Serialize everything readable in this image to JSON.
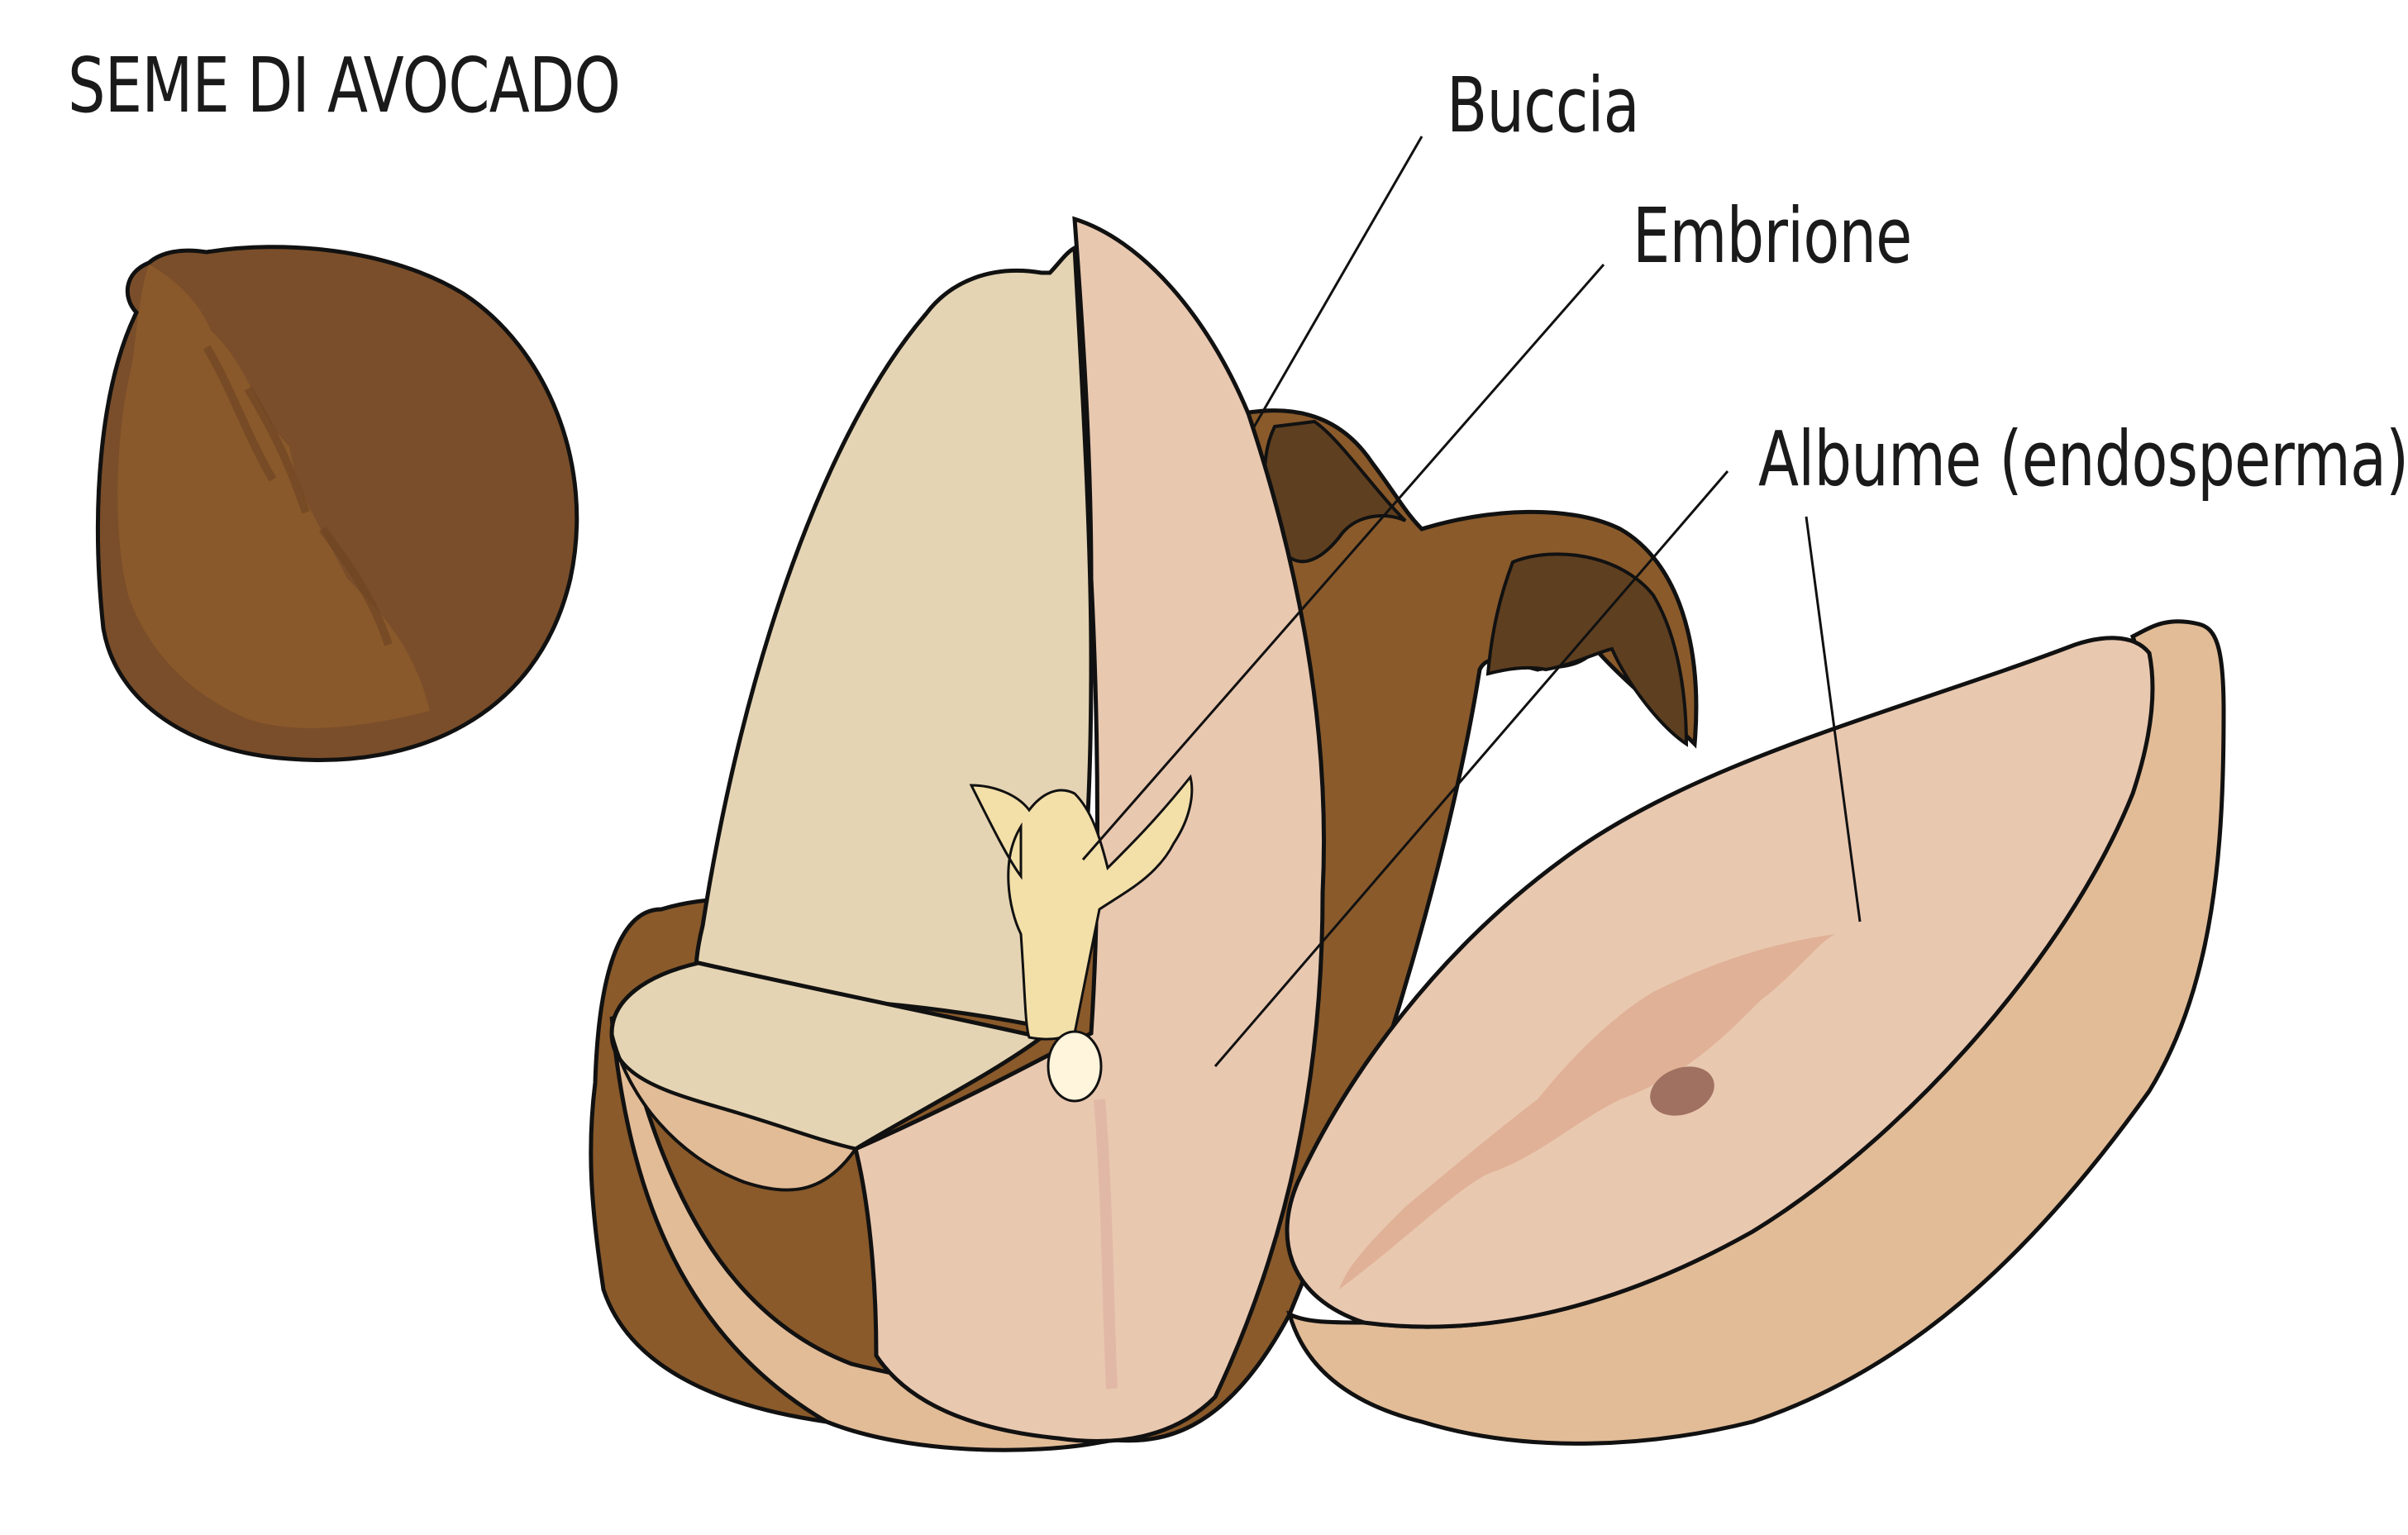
{
  "title": "SEME DI AVOCADO",
  "labels": {
    "buccia": "Buccia",
    "embrione": "Embrione",
    "albume": "Albume (endosperma)"
  },
  "colors": {
    "skin_dark": "#8a5a2b",
    "skin_shadow": "#5e3f20",
    "cotyledon_cream": "#e5d4b3",
    "flesh_pink": "#e9c8b0",
    "flesh_rim": "#e2bc97",
    "embryo": "#f3dfa8",
    "outline": "#111111"
  }
}
